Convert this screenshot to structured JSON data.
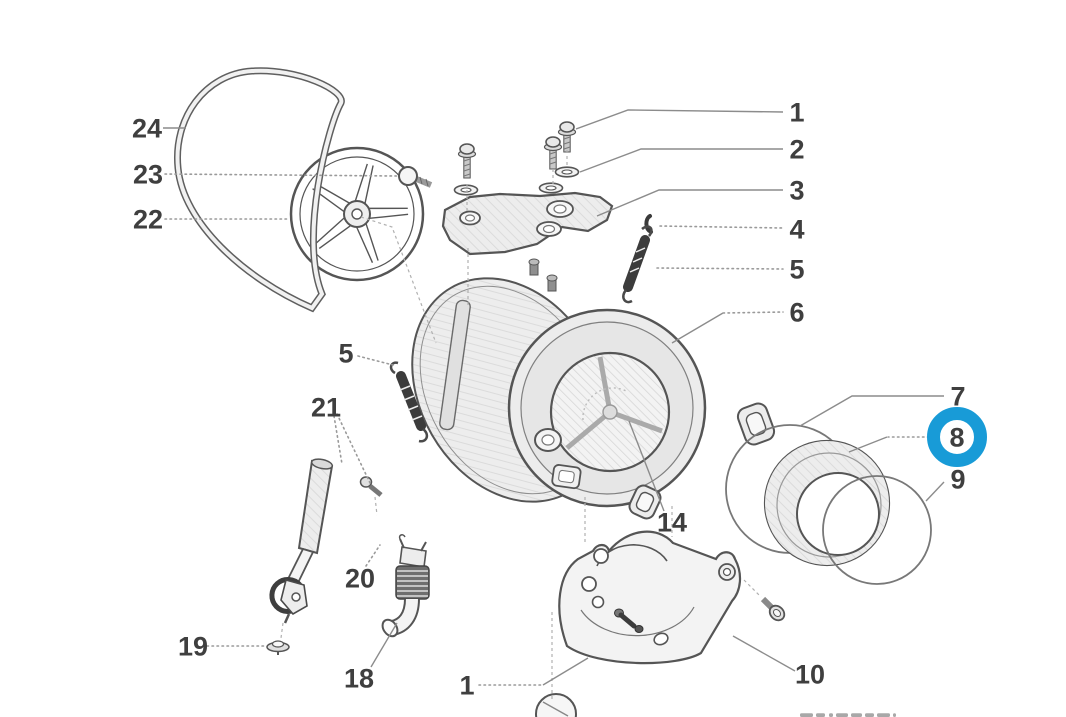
{
  "diagram": {
    "background": "#ffffff",
    "outline_color": "#555555",
    "leader_color": "#8c8c8c",
    "label_color": "#3f3f3f",
    "highlight_color": "#189bd7",
    "selected_callout": "8",
    "callouts": [
      {
        "label": "24",
        "highlighted": false
      },
      {
        "label": "23",
        "highlighted": false
      },
      {
        "label": "22",
        "highlighted": false
      },
      {
        "label": "1",
        "highlighted": false
      },
      {
        "label": "2",
        "highlighted": false
      },
      {
        "label": "3",
        "highlighted": false
      },
      {
        "label": "4",
        "highlighted": false
      },
      {
        "label": "5",
        "highlighted": false
      },
      {
        "label": "6",
        "highlighted": false
      },
      {
        "label": "7",
        "highlighted": false
      },
      {
        "label": "8",
        "highlighted": true
      },
      {
        "label": "9",
        "highlighted": false
      },
      {
        "label": "10",
        "highlighted": false
      },
      {
        "label": "14",
        "highlighted": false
      },
      {
        "label": "5",
        "highlighted": false
      },
      {
        "label": "21",
        "highlighted": false
      },
      {
        "label": "20",
        "highlighted": false
      },
      {
        "label": "19",
        "highlighted": false
      },
      {
        "label": "18",
        "highlighted": false
      },
      {
        "label": "1",
        "highlighted": false
      }
    ]
  }
}
